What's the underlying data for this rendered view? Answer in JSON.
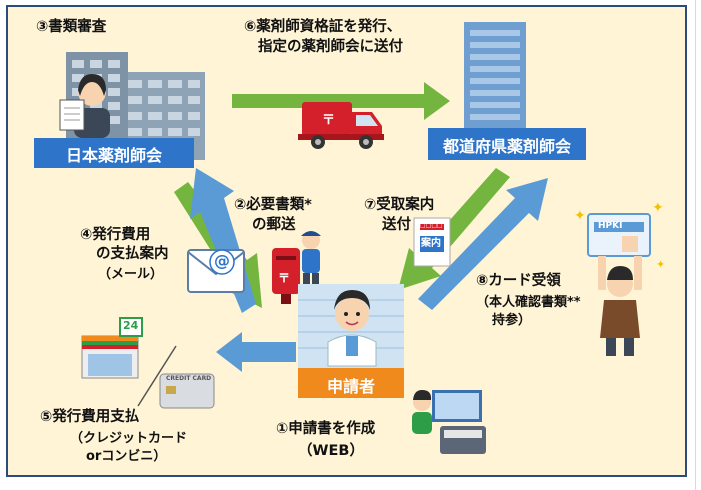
{
  "nodes": {
    "jpa": "日本薬剤師会",
    "prefecture": "都道府県薬剤師会",
    "applicant": "申請者"
  },
  "steps": {
    "s1_line1": "①申請書を作成",
    "s1_line2": "（WEB）",
    "s2_line1": "②必要書類*",
    "s2_line2": "の郵送",
    "s3": "③書類審査",
    "s4_line1": "④発行費用",
    "s4_line2": "の支払案内",
    "s4_line3": "（メール）",
    "s5_line1": "⑤発行費用支払",
    "s5_line2": "（クレジットカード",
    "s5_line3": "orコンビニ）",
    "s6_line1": "⑥薬剤師資格証を発行、",
    "s6_line2": "指定の薬剤師会に送付",
    "s7_line1": "⑦受取案内",
    "s7_line2": "送付",
    "s8_line1": "⑧カード受領",
    "s8_line2": "（本人確認書類**",
    "s8_line3": "持参）"
  },
  "icons": {
    "email_symbol": "@",
    "notice_card": "案内",
    "notice_card_top": "□□□□",
    "store_sign": "24",
    "credit_card": "CREDIT CARD",
    "id_card": "HPKI"
  },
  "colors": {
    "background": "#fff4d6",
    "frame": "#2b4a7d",
    "node_blue": "#2e75c9",
    "applicant_orange": "#f08a1c",
    "arrow_green": "#73b53e",
    "arrow_blue": "#5b9bd5"
  }
}
